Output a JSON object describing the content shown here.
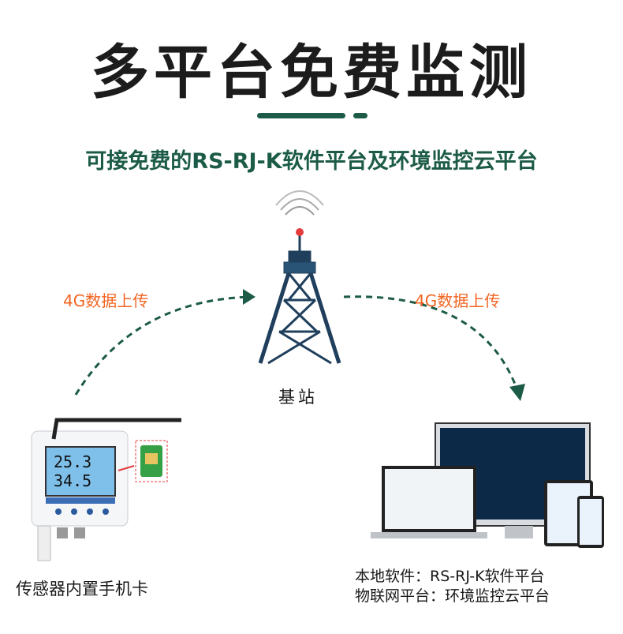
{
  "title": "多平台免费监测",
  "subtitle": "可接免费的RS-RJ-K软件平台及环境监控云平台",
  "upload_left": "4G数据上传",
  "upload_right": "4G数据上传",
  "station_label": "基站",
  "device_caption": "传感器内置手机卡",
  "platform_lines": [
    "本地软件：RS-RJ-K软件平台",
    "物联网平台：环境监控云平台"
  ],
  "device_display": {
    "temperature": "25.3",
    "temp_unit": "℃",
    "humidity": "34.5",
    "hum_unit": "%"
  },
  "colors": {
    "accent": "#1c5b47",
    "upload": "#f26522",
    "tower": "#1f3f5c"
  }
}
